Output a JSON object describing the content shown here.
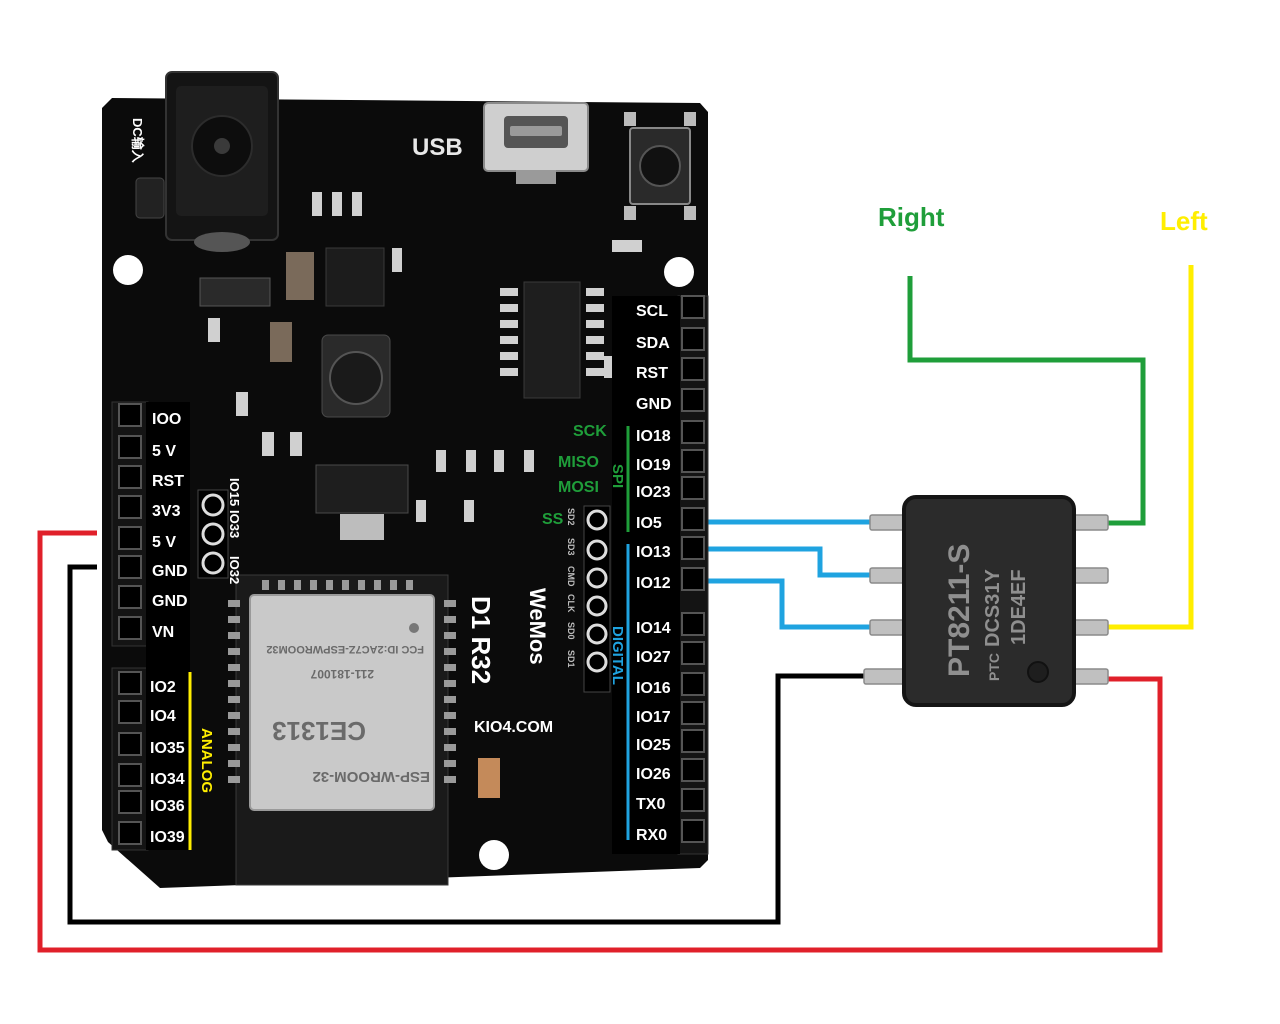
{
  "board": {
    "usb_label": "USB",
    "dc_label": "DC输入",
    "model": "D1 R32",
    "brand": "WeMos",
    "website": "KIO4.COM",
    "module_text": [
      "ESP-WROOM-32",
      "211-181007",
      "FCC ID:2AC7Z-ESPWROOM32"
    ],
    "module_marks": [
      "CE1313"
    ],
    "left_power": [
      "IOO",
      "5 V",
      "RST",
      "3V3",
      "5 V",
      "GND",
      "GND",
      "VN"
    ],
    "left_analog": [
      "IO2",
      "IO4",
      "IO35",
      "IO34",
      "IO36",
      "IO39"
    ],
    "analog_label": "ANALOG",
    "mid_pins": [
      "IO15",
      "IO33",
      "IO32"
    ],
    "right_top": [
      "SCL",
      "SDA",
      "RST",
      "GND"
    ],
    "right_spi": [
      "IO18",
      "IO19",
      "IO23",
      "IO5"
    ],
    "right_digital": [
      "IO13",
      "IO12",
      "IO14",
      "IO27",
      "IO16",
      "IO17",
      "IO25",
      "IO26",
      "TX0",
      "RX0"
    ],
    "spi_labels": [
      "SCK",
      "MISO",
      "MOSI",
      "SS"
    ],
    "spi_group": "SPI",
    "digital_group": "DIGITAL",
    "header6": [
      "SD2",
      "SD3",
      "CMD",
      "CLK",
      "SD0",
      "SD1"
    ]
  },
  "chip": {
    "part": "PT8211-S",
    "code": "DCS31Y",
    "code2": "1DE4EF",
    "logo": "PTC"
  },
  "outputs": {
    "right_label": "Right",
    "left_label": "Left"
  },
  "colors": {
    "data_wire": "#1fa3e0",
    "right_wire": "#1f9e3a",
    "left_wire": "#ffee00",
    "vcc_wire": "#e0202a",
    "gnd_wire": "#000000",
    "board": "#0b0b0b"
  }
}
